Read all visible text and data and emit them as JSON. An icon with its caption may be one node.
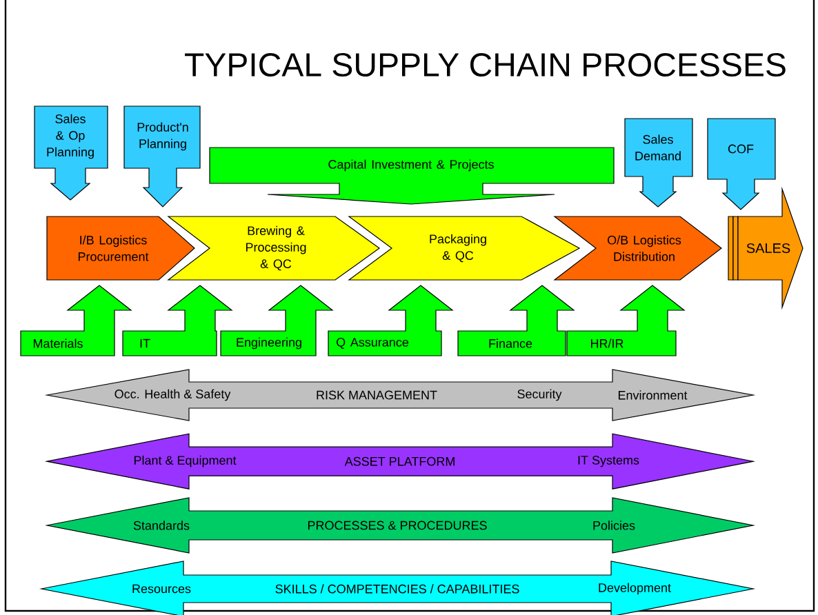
{
  "diagram": {
    "title": "TYPICAL SUPPLY CHAIN PROCESSES",
    "nodes": [
      {
        "text": [
          "Sales & Op Planning"
        ]
      },
      {
        "text": [
          "Product'n Planning"
        ]
      },
      {
        "text": [
          "Capital Investment & Projects"
        ]
      },
      {
        "text": [
          "Sales Demand"
        ]
      },
      {
        "text": [
          "COF"
        ]
      },
      {
        "text": [
          "I/B Logistics Procurement"
        ]
      },
      {
        "text": [
          "Brewing & Processing & QC"
        ]
      },
      {
        "text": [
          "Packaging & QC"
        ]
      },
      {
        "text": [
          "O/B Logistics Distribution"
        ]
      },
      {
        "text": [
          "SALES"
        ]
      },
      {
        "text": [
          "Materials"
        ]
      },
      {
        "text": [
          "IT"
        ]
      },
      {
        "text": [
          "Engineering"
        ]
      },
      {
        "text": [
          "Q Assurance"
        ]
      },
      {
        "text": [
          "Finance"
        ]
      },
      {
        "text": [
          "HR/IR"
        ]
      },
      {
        "text": [
          "Occ. Health & Safety",
          "RISK MANAGEMENT",
          "Security",
          "Environment"
        ]
      },
      {
        "text": [
          "Plant & Equipment",
          "ASSET PLATFORM",
          "IT Systems"
        ]
      },
      {
        "text": [
          "Standards",
          "PROCESSES & PROCEDURES",
          "Policies"
        ]
      },
      {
        "text": [
          "Resources",
          "SKILLS / COMPETENCIES / CAPABILITIES",
          "Development"
        ]
      }
    ]
  }
}
